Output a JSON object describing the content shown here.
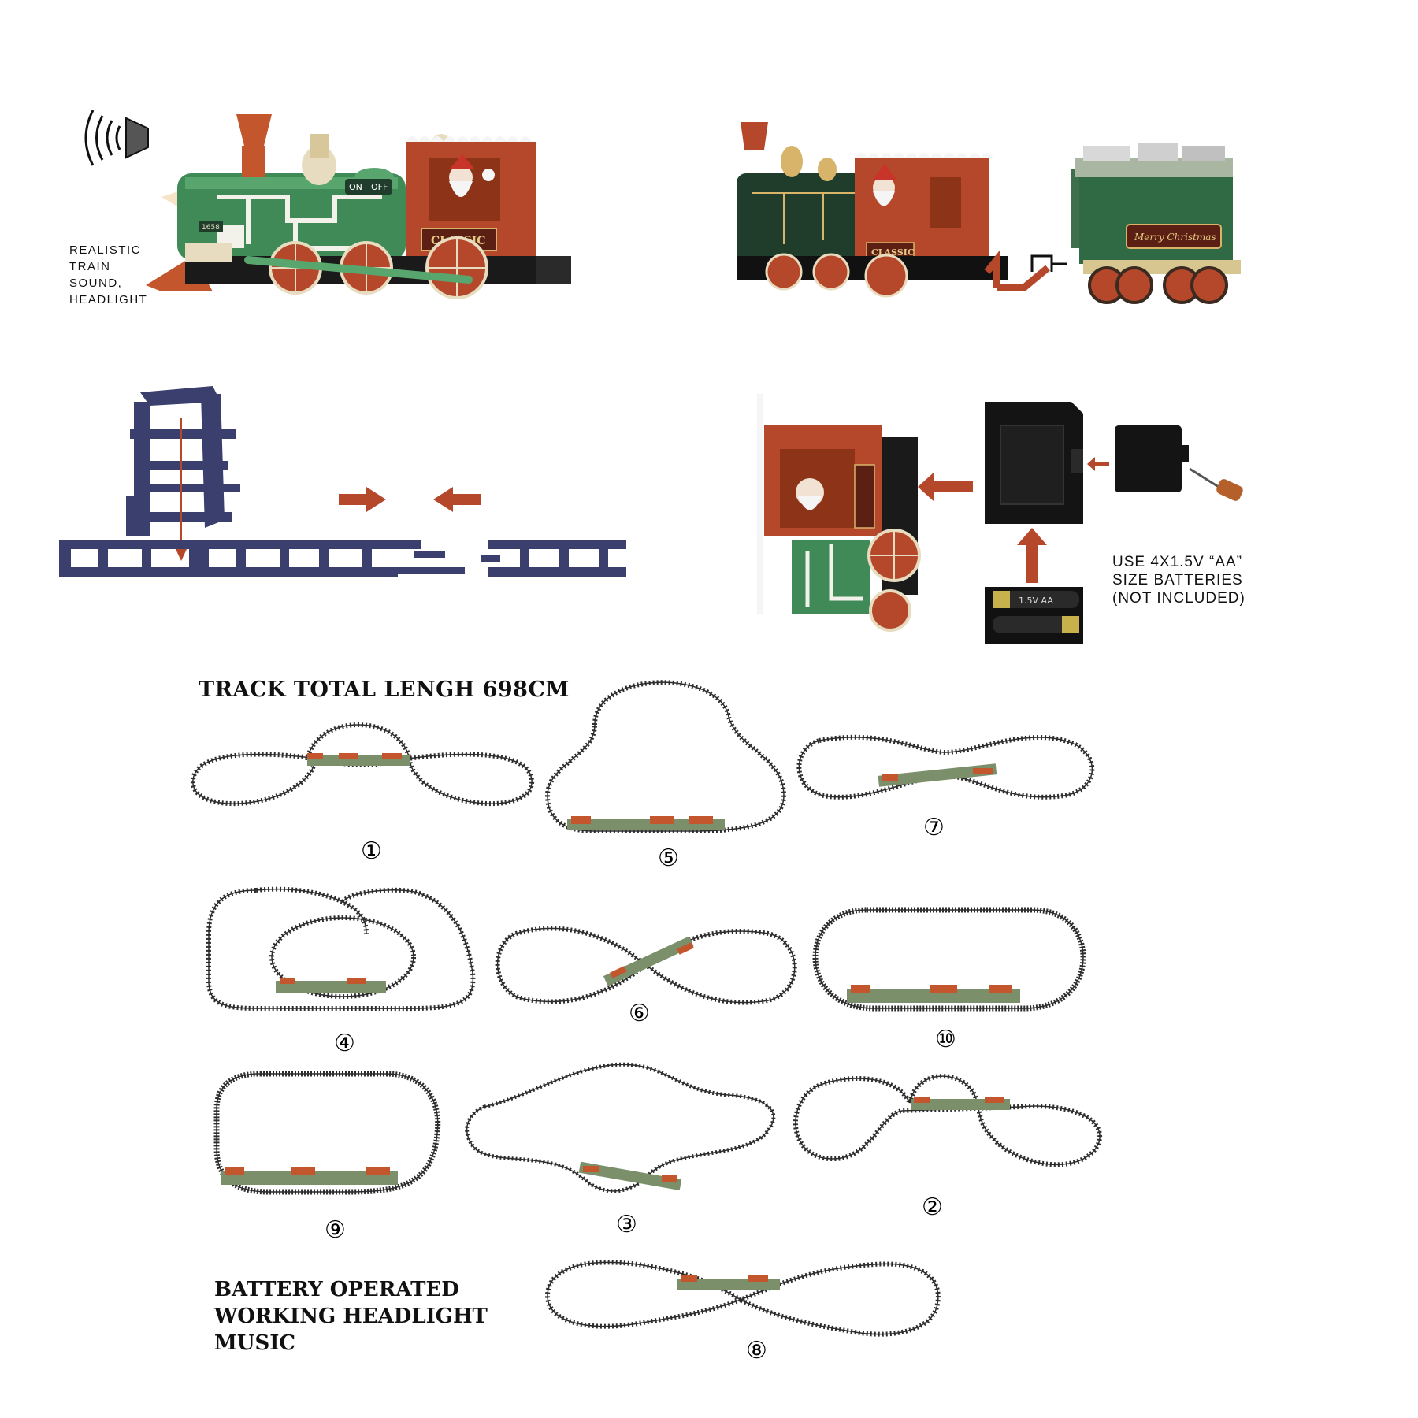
{
  "panels": {
    "sound_feature": {
      "lines": [
        "REALISTIC",
        "TRAIN",
        "SOUND,",
        "HEADLIGHT"
      ]
    },
    "locomotive": {
      "plate_text": "CLASSIC",
      "switch_on": "ON",
      "switch_off": "OFF",
      "number": "1658"
    },
    "tender": {
      "plate_text": "Merry Christmas"
    },
    "battery": {
      "lines": [
        "USE 4X1.5V “AA”",
        "SIZE BATTERIES",
        "(NOT INCLUDED)"
      ],
      "battery_label": "1.5V AA"
    }
  },
  "track_title": "TRACK TOTAL LENGH 698CM",
  "features": [
    "BATTERY OPERATED",
    "WORKING HEADLIGHT",
    "MUSIC"
  ],
  "layouts": [
    {
      "id": "layout-1",
      "label": "①"
    },
    {
      "id": "layout-2",
      "label": "②"
    },
    {
      "id": "layout-3",
      "label": "③"
    },
    {
      "id": "layout-4",
      "label": "④"
    },
    {
      "id": "layout-5",
      "label": "⑤"
    },
    {
      "id": "layout-6",
      "label": "⑥"
    },
    {
      "id": "layout-7",
      "label": "⑦"
    },
    {
      "id": "layout-8",
      "label": "⑧"
    },
    {
      "id": "layout-9",
      "label": "⑨"
    },
    {
      "id": "layout-10",
      "label": "⑩"
    }
  ],
  "colors": {
    "engine_green": "#3f8a57",
    "cab_red": "#b5482a",
    "track": "#3a3f6e",
    "arrow": "#b5482a"
  }
}
